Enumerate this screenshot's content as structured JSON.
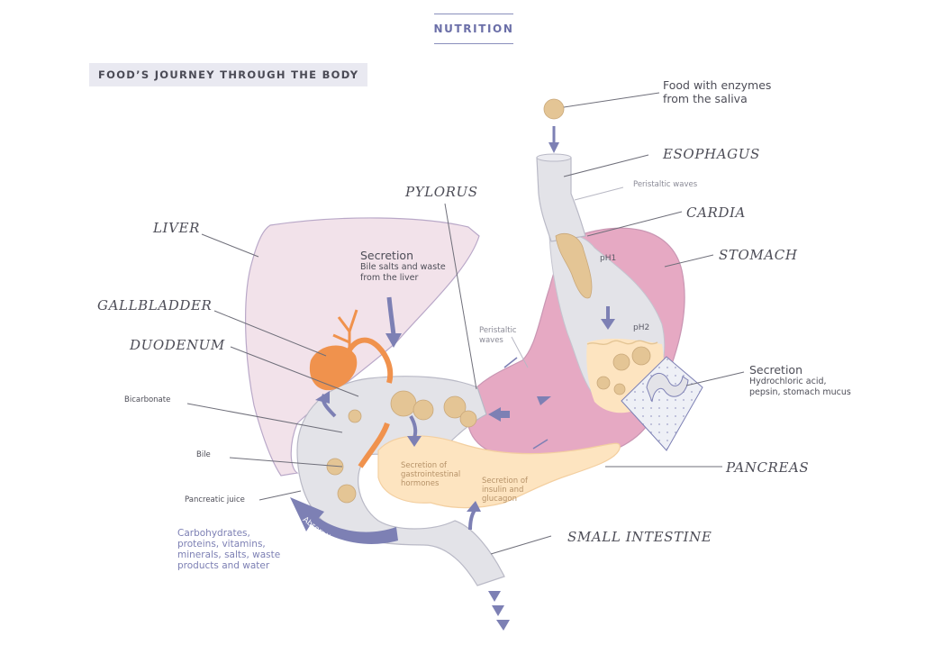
{
  "section_tag": "NUTRITION",
  "title": "FOOD’S JOURNEY THROUGH THE BODY",
  "organs": {
    "esophagus": "ESOPHAGUS",
    "pylorus": "PYLORUS",
    "cardia": "CARDIA",
    "stomach": "STOMACH",
    "liver": "LIVER",
    "gallbladder": "GALLBLADDER",
    "duodenum": "DUODENUM",
    "pancreas": "PANCREAS",
    "small_intestine": "SMALL INTESTINE"
  },
  "notes": {
    "food_line1": "Food with enzymes",
    "food_line2": "from the saliva",
    "peristaltic_upper": "Peristaltic waves",
    "peristaltic_mid_line1": "Peristaltic",
    "peristaltic_mid_line2": "waves",
    "liver_secretion_title": "Secretion",
    "liver_secretion_line1": "Bile salts and waste",
    "liver_secretion_line2": "from the liver",
    "stomach_secretion_title": "Secretion",
    "stomach_secretion_line1": "Hydrochloric acid,",
    "stomach_secretion_line2": "pepsin, stomach mucus",
    "bicarbonate": "Bicarbonate",
    "bile": "Bile",
    "pancreatic_juice": "Pancreatic juice",
    "hormones_line1": "Secretion of",
    "hormones_line2": "gastrointestinal",
    "hormones_line3": "hormones",
    "insulin_line1": "Secretion of",
    "insulin_line2": "insulin and",
    "insulin_line3": "glucagon",
    "absorption": "Absorption",
    "nutrients_line1": "Carbohydrates,",
    "nutrients_line2": "proteins, vitamins,",
    "nutrients_line3": "minerals, salts, waste",
    "nutrients_line4": "products and water",
    "ph1": "pH1",
    "ph2": "pH2"
  },
  "colors": {
    "liver": "#f2e2ea",
    "stomach": "#e6a9c3",
    "tract": "#e3e3e8",
    "food": "#e4c595",
    "pancreas": "#fde4c0",
    "gallbladder": "#f0924d",
    "arrow": "#7d80b4"
  }
}
